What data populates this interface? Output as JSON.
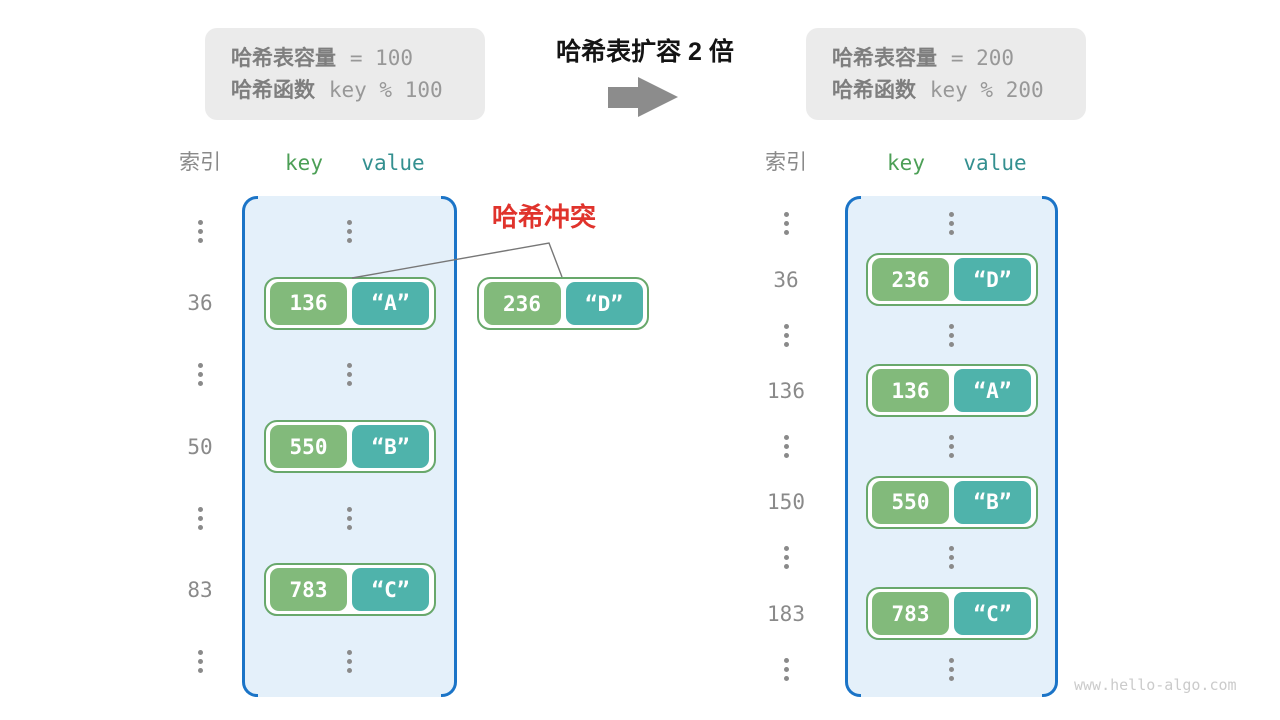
{
  "title": "哈希表扩容 2 倍",
  "info_before": {
    "cap_label": "哈希表容量",
    "cap_value": "= 100",
    "fn_label": "哈希函数",
    "fn_value": "key % 100"
  },
  "info_after": {
    "cap_label": "哈希表容量",
    "cap_value": "= 200",
    "fn_label": "哈希函数",
    "fn_value": "key % 200"
  },
  "columns": {
    "index": "索引",
    "key": "key",
    "value": "value"
  },
  "collision": {
    "label": "哈希冲突",
    "pair": {
      "key": "236",
      "value": "“D”"
    }
  },
  "left_table": {
    "rows": [
      {
        "type": "dots"
      },
      {
        "type": "pair",
        "index": "36",
        "key": "136",
        "value": "“A”"
      },
      {
        "type": "dots"
      },
      {
        "type": "pair",
        "index": "50",
        "key": "550",
        "value": "“B”"
      },
      {
        "type": "dots"
      },
      {
        "type": "pair",
        "index": "83",
        "key": "783",
        "value": "“C”"
      },
      {
        "type": "dots"
      }
    ]
  },
  "right_table": {
    "rows": [
      {
        "type": "dots"
      },
      {
        "type": "pair",
        "index": "36",
        "key": "236",
        "value": "“D”"
      },
      {
        "type": "dots"
      },
      {
        "type": "pair",
        "index": "136",
        "key": "136",
        "value": "“A”"
      },
      {
        "type": "dots"
      },
      {
        "type": "pair",
        "index": "150",
        "key": "550",
        "value": "“B”"
      },
      {
        "type": "dots"
      },
      {
        "type": "pair",
        "index": "183",
        "key": "783",
        "value": "“C”"
      },
      {
        "type": "dots"
      }
    ]
  },
  "watermark": "www.hello-algo.com",
  "colors": {
    "accent_blue": "#1B74C7",
    "table_bg": "#E4F0FA",
    "key_green": "#82BA7B",
    "value_teal": "#4FB3AB",
    "pair_border_green": "#68A86B",
    "collision_red": "#E0332C",
    "info_box_gray": "#EBEBEB",
    "text_gray": "#8A8A8A",
    "arrow_gray": "#8C8C8C",
    "header_key_green": "#4C9F56",
    "header_value_teal": "#349090"
  }
}
